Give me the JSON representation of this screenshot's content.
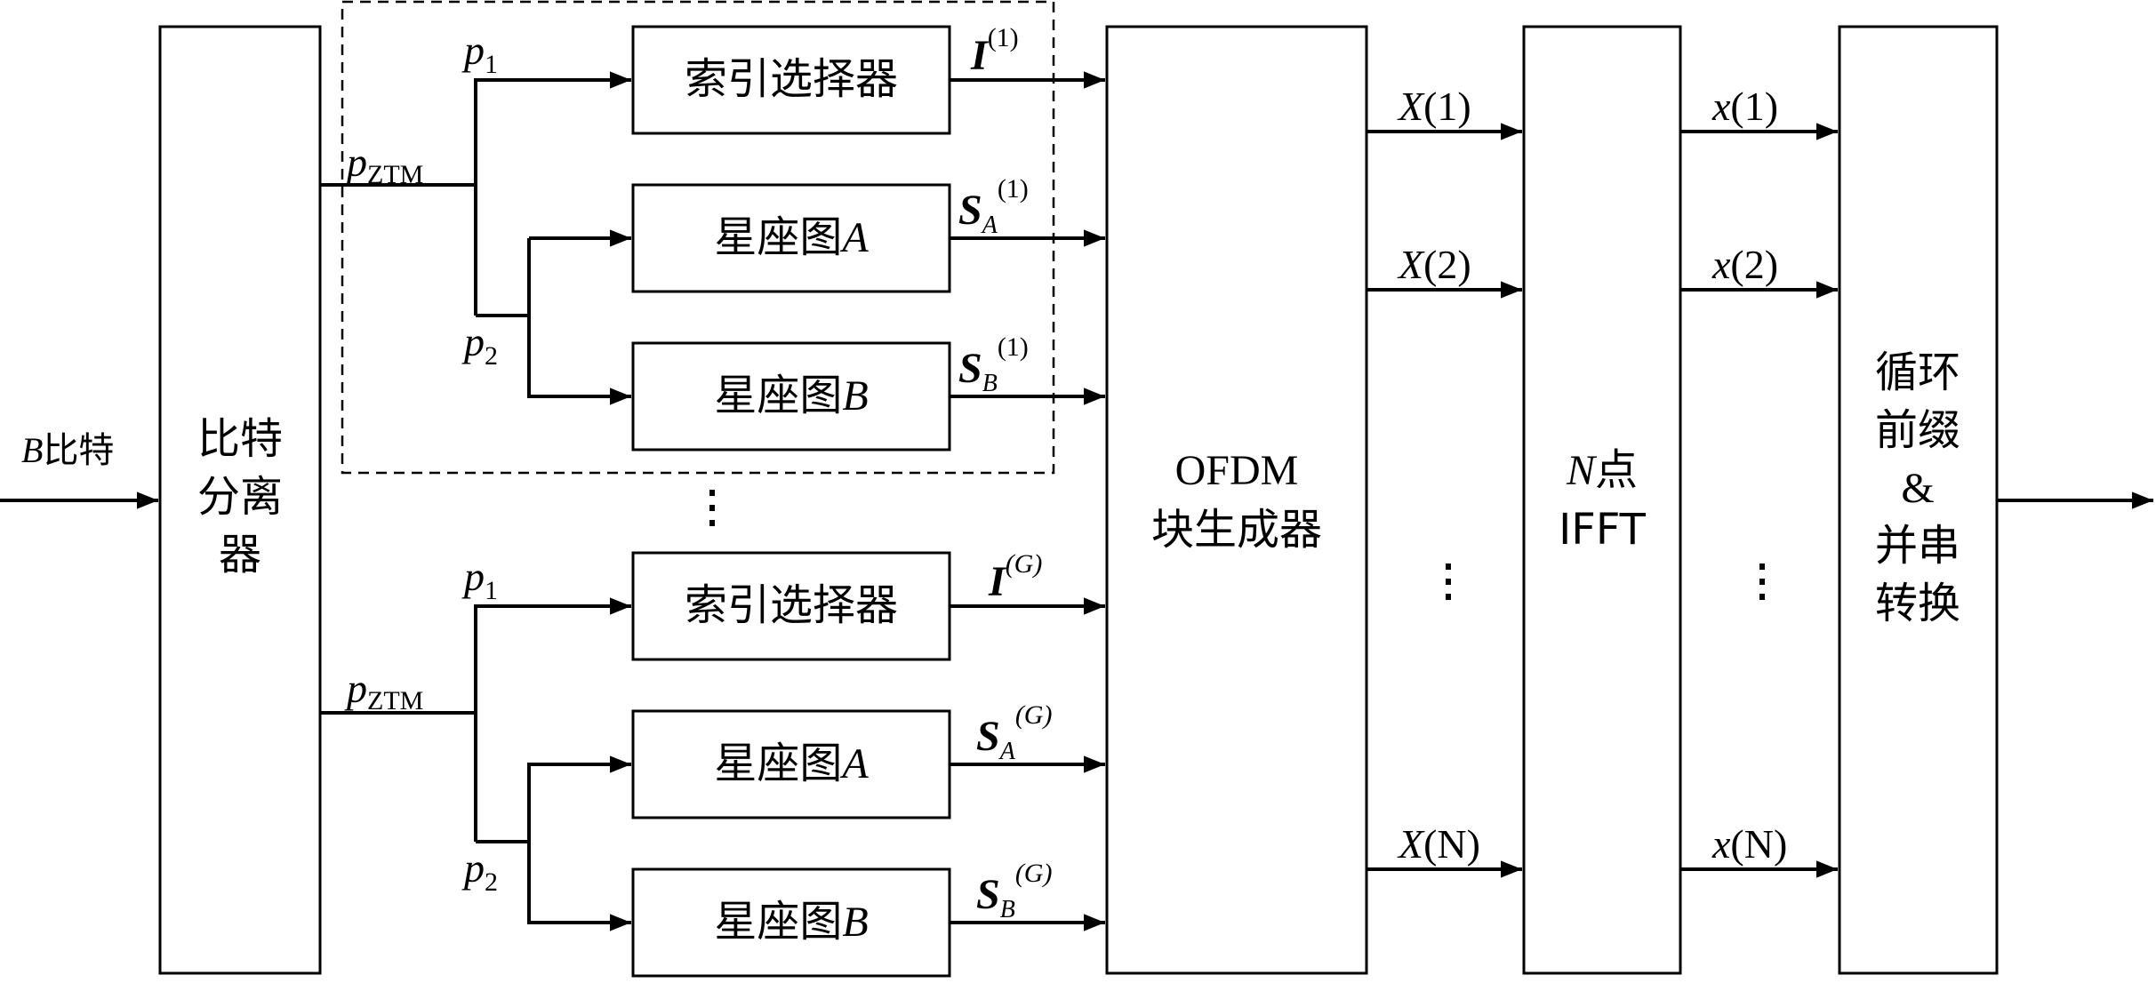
{
  "input_label": {
    "var": "B",
    "text": "比特"
  },
  "splitter": {
    "lines": [
      "比特",
      "分离",
      "器"
    ]
  },
  "groups": [
    {
      "p_ztm": {
        "base": "p",
        "sub": "ZTM"
      },
      "p1": {
        "base": "p",
        "sub": "1"
      },
      "p2": {
        "base": "p",
        "sub": "2"
      },
      "index_selector": "索引选择器",
      "const_a": {
        "text": "星座图",
        "var": "A"
      },
      "const_b": {
        "text": "星座图",
        "var": "B"
      },
      "out_i": {
        "base": "I",
        "sup": "(1)"
      },
      "out_sa": {
        "base": "S",
        "sub": "A",
        "sup": "(1)"
      },
      "out_sb": {
        "base": "S",
        "sub": "B",
        "sup": "(1)"
      }
    },
    {
      "p_ztm": {
        "base": "p",
        "sub": "ZTM"
      },
      "p1": {
        "base": "p",
        "sub": "1"
      },
      "p2": {
        "base": "p",
        "sub": "2"
      },
      "index_selector": "索引选择器",
      "const_a": {
        "text": "星座图",
        "var": "A"
      },
      "const_b": {
        "text": "星座图",
        "var": "B"
      },
      "out_i": {
        "base": "I",
        "sup": "(G)"
      },
      "out_sa": {
        "base": "S",
        "sub": "A",
        "sup": "(G)"
      },
      "out_sb": {
        "base": "S",
        "sub": "B",
        "sup": "(G)"
      }
    }
  ],
  "ofdm": {
    "line1": "OFDM",
    "line2": "块生成器"
  },
  "freq_outputs": [
    {
      "var": "X",
      "arg": "(1)"
    },
    {
      "var": "X",
      "arg": "(2)"
    },
    {
      "var": "X",
      "arg": "(N)"
    }
  ],
  "ifft": {
    "var": "N",
    "text": "点",
    "line2": "IFFT"
  },
  "time_outputs": [
    {
      "var": "x",
      "arg": "(1)"
    },
    {
      "var": "x",
      "arg": "(2)"
    },
    {
      "var": "x",
      "arg": "(N)"
    }
  ],
  "cp": {
    "lines": [
      "循环",
      "前缀",
      "&",
      "并串",
      "转换"
    ]
  }
}
